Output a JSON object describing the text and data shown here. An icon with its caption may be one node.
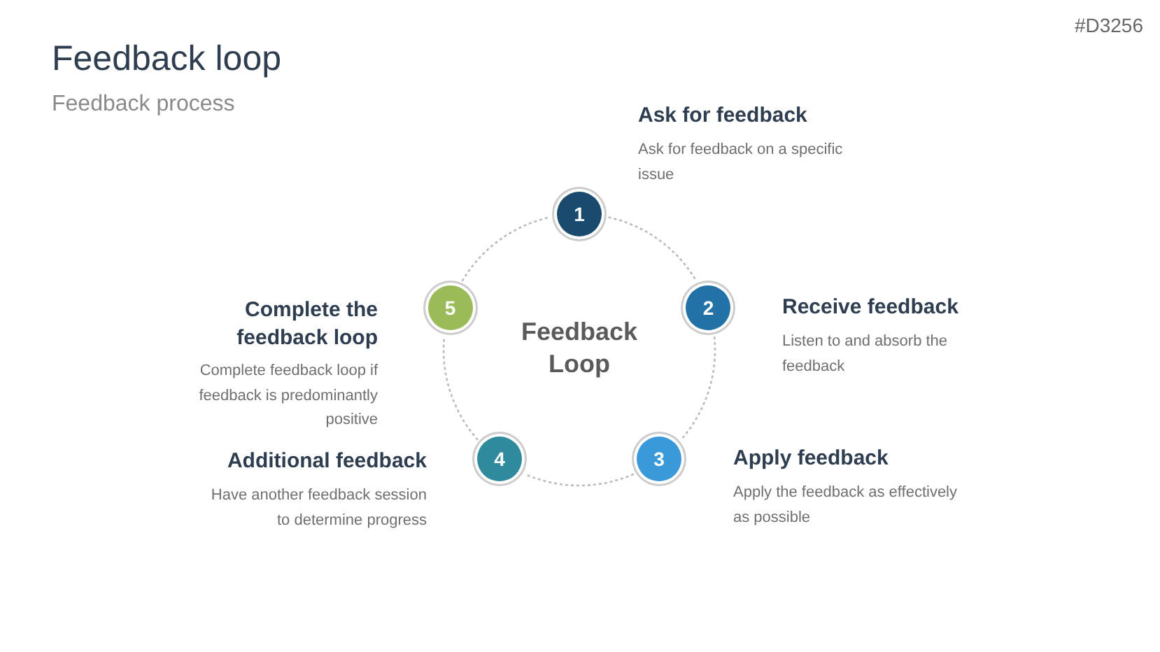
{
  "diagram": {
    "title": "Feedback loop",
    "nodes": [
      {
        "text": [
          "1"
        ],
        "beside": [
          "Ask for feedback",
          "Ask for feedback on a specific issue"
        ]
      },
      {
        "text": [
          "2"
        ],
        "beside": [
          "Receive feedback",
          "Listen to and absorb the feedback"
        ]
      },
      {
        "text": [
          "3"
        ],
        "beside": [
          "Apply feedback",
          "Apply the feedback as effectively as possible"
        ]
      },
      {
        "text": [
          "4"
        ],
        "beside": [
          "Additional feedback",
          "Have another feedback session to determine progress"
        ]
      },
      {
        "text": [
          "5"
        ],
        "beside": [
          "Complete the feedback loop",
          "Complete feedback loop if feedback is predominantly positive"
        ]
      }
    ],
    "edges": [
      {
        "from": 0,
        "to": 1,
        "arrow": "none",
        "style": "dashed"
      },
      {
        "from": 1,
        "to": 2,
        "arrow": "none",
        "style": "dashed"
      },
      {
        "from": 2,
        "to": 3,
        "arrow": "none",
        "style": "dashed"
      },
      {
        "from": 3,
        "to": 4,
        "arrow": "none",
        "style": "dashed"
      },
      {
        "from": 4,
        "to": 0,
        "arrow": "none",
        "style": "dashed"
      }
    ],
    "labels": [
      "Feedback process",
      "#D3256",
      "Feedback Loop"
    ]
  }
}
